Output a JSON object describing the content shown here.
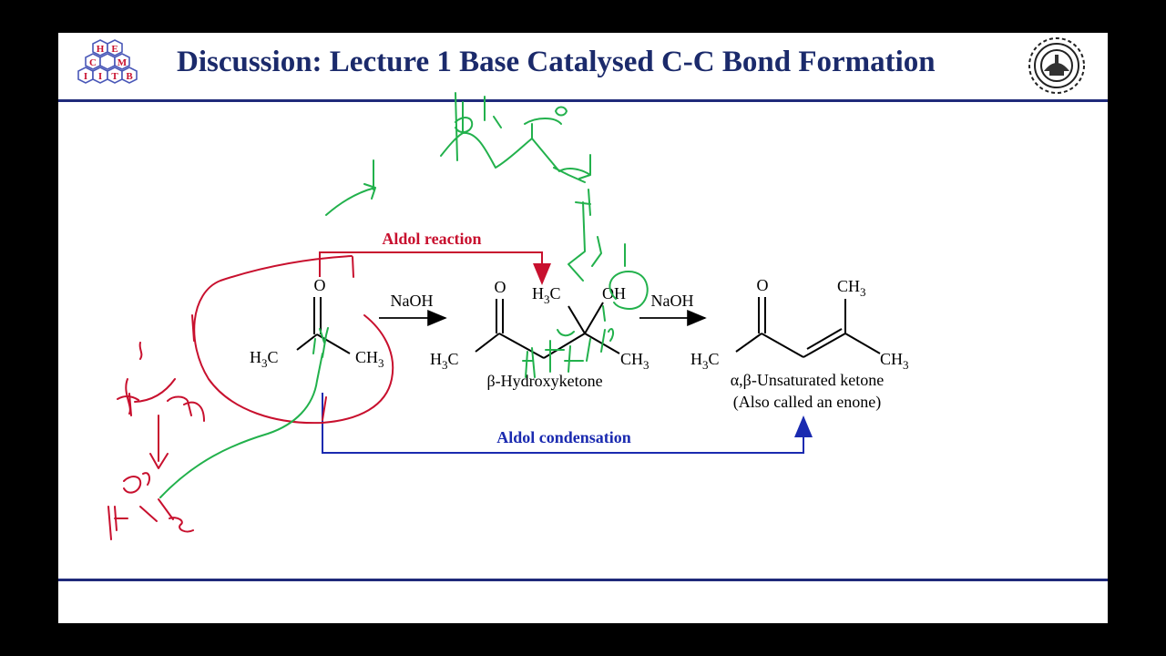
{
  "slide": {
    "title": "Discussion: Lecture 1 Base Catalysed C-C Bond Formation"
  },
  "logo_left": {
    "letters": [
      "H",
      "E",
      "C",
      "M",
      "I",
      "I",
      "T",
      "B"
    ]
  },
  "logo_right": {
    "label": "IIT Bombay seal"
  },
  "scheme": {
    "aldol_reaction_label": "Aldol reaction",
    "aldol_condensation_label": "Aldol condensation",
    "reagent_1": "NaOH",
    "reagent_2": "NaOH",
    "acetone": {
      "o": "O",
      "left_group": "H3C",
      "right_group": "CH3"
    },
    "hydroxyketone": {
      "o": "O",
      "left_group": "H3C",
      "upper_methyl": "H3C",
      "oh": "OH",
      "right_group": "CH3",
      "name": "β-Hydroxyketone"
    },
    "enone": {
      "o": "O",
      "left_group": "H3C",
      "top_methyl": "CH3",
      "right_group": "CH3",
      "name": "α,β-Unsaturated ketone",
      "note": "(Also called an enone)"
    }
  },
  "colors": {
    "title": "#1b2a6b",
    "rule": "#1f2a7a",
    "aldol_reaction": "#c8102e",
    "aldol_condensation": "#1a2ab0",
    "annotation_green": "#22b14c",
    "annotation_red": "#c8102e"
  }
}
